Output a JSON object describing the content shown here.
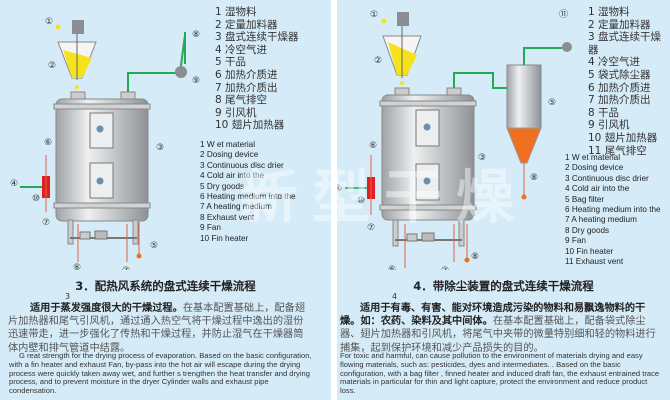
{
  "watermark": "新型干燥",
  "left": {
    "callouts": {
      "c1": "①",
      "c2": "②",
      "c8": "⑧",
      "c9": "⑨",
      "c6a": "⑥",
      "c4": "④",
      "c10": "⑩",
      "c7a": "⑦",
      "c3": "③",
      "c5": "⑤",
      "c6b": "⑥",
      "c7b": "⑦"
    },
    "legend_cn": [
      "1 湿物料",
      "2 定量加料器",
      "3 盘式连续干燥器",
      "4 冷空气进",
      "5 干品",
      "6 加热介质进",
      "7 加热介质出",
      "8 尾气排空",
      "9 引风机",
      "10 翅片加热器"
    ],
    "legend_en": [
      "1 W et material",
      "2 Dosing device",
      "3 Continuous disc drier",
      "4 Cold air into the",
      "5 Dry goods",
      "6 Heating medium into the",
      "7 A heating medium",
      "8 Exhaust vent",
      "9 Fan",
      "10 Fin heater"
    ],
    "title": "3．配热风系统的盘式连续干燥流程",
    "sub": "3",
    "para_cn_bold": "适用于蒸发强度很大的干燥过程。",
    "para_cn": "在基本配置基础上，配备翅片加热器和尾气引风机，通过通入热空气将干燥过程中逸出的湿份迅速带走，进一步强化了传热和干燥过程，并防止湿气在干燥器筒体内壁和排气管道中结露。",
    "para_en": "G reat strength for the drying process of evaporation. Based on the basic configuration, with a fin heater and exhaust Fan, by-pass into the hot air will escape during the drying process were quickly taken away wet, and further s trengthen the heat transfer and drying process, and to prevent moisture in the dryer Cylinder walls and exhaust pipe condensation."
  },
  "right": {
    "callouts": {
      "c1": "①",
      "c2": "②",
      "c11": "⑪",
      "c5": "⑤",
      "c3": "③",
      "c6a": "⑥",
      "c4": "④",
      "c10": "⑩",
      "c7a": "⑦",
      "c8a": "⑧",
      "c8b": "⑧",
      "c6b": "⑥",
      "c7b": "⑦"
    },
    "legend_cn": [
      "1 湿物料",
      "2 定量加料器",
      "3 盘式连续干燥器",
      "4 冷空气进",
      "5 袋式除尘器",
      "6 加热介质进",
      "7 加热介质出",
      "8 干品",
      "9 引风机",
      "10 翅片加热器",
      "11 尾气排空"
    ],
    "legend_en": [
      "1 W et material",
      "2 Dosing device",
      "3 Continuous disc drier",
      "4 Cold air into the",
      "5 Bag filter",
      "6 Heating medium into the",
      "7 A heating medium",
      "8 Dry goods",
      "9 Fan",
      "10 Fin heater",
      "11 Exhaust vent"
    ],
    "title": "4．带除尘装置的盘式连续干燥流程",
    "sub": "4",
    "para_cn_bold": "适用于有毒、有害、能对环境造成污染的物料和易飘逸物料的干燥。如：农药、染料及其中间体。",
    "para_cn": "在基本配置基础上，配备袋式除尘器、翅片加热器和引风机，将尾气中夹带的微量特别细和轻的物料进行捕集，起到保护环境和减少产品损失的目的。",
    "para_en": "For toxic and harmful, can cause pollution to the environment of materials drying and easy flowing materials, such as: pesticides, dyes and intermediates. . Based on the basic configuration, with a bag filter , finned heater and induced draft fan, the exhaust entrained trace materials in particular for thin and light capture, protect the environment and reduce product loss."
  },
  "colors": {
    "background": "#d5ebf7",
    "pipe": "#22aa55",
    "material": "#f5e21a",
    "heater": "#e02020",
    "heating_line": "#e0604a",
    "dust": "#f07020",
    "vessel": "#c8cacc"
  }
}
